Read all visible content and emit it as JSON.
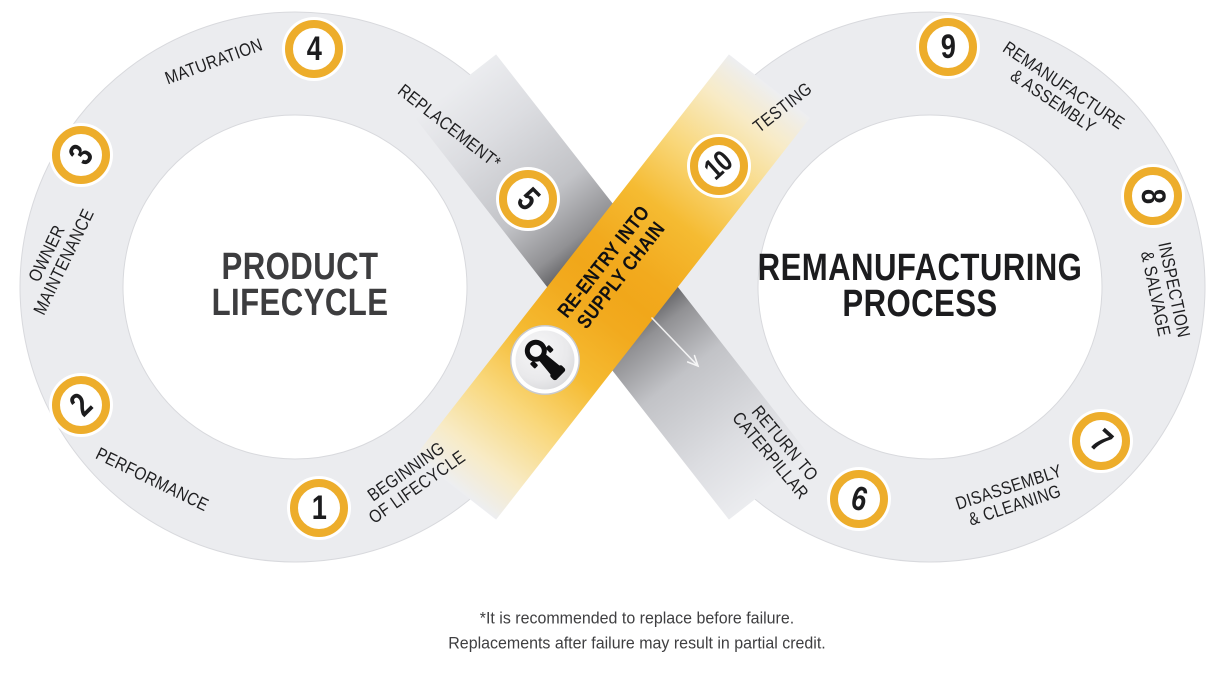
{
  "diagram": {
    "left_loop": {
      "title_line1": "PRODUCT",
      "title_line2": "LIFECYCLE"
    },
    "right_loop": {
      "title_line1": "REMANUFACTURING",
      "title_line2": "PROCESS"
    },
    "center_band": {
      "label_line1": "RE-ENTRY INTO",
      "label_line2": "SUPPLY CHAIN",
      "icon": "connecting-rod-icon"
    },
    "steps": [
      {
        "number": "1",
        "line1": "BEGINNING",
        "line2": "OF LIFECYCLE"
      },
      {
        "number": "2",
        "line1": "PERFORMANCE",
        "line2": ""
      },
      {
        "number": "3",
        "line1": "OWNER",
        "line2": "MAINTENANCE"
      },
      {
        "number": "4",
        "line1": "MATURATION",
        "line2": ""
      },
      {
        "number": "5",
        "line1": "REPLACEMENT*",
        "line2": ""
      },
      {
        "number": "6",
        "line1": "RETURN TO",
        "line2": "CATERPILLAR"
      },
      {
        "number": "7",
        "line1": "DISASSEMBLY",
        "line2": "& CLEANING"
      },
      {
        "number": "8",
        "line1": "INSPECTION",
        "line2": "& SALVAGE"
      },
      {
        "number": "9",
        "line1": "REMANUFACTURE",
        "line2": "& ASSEMBLY"
      },
      {
        "number": "10",
        "line1": "TESTING",
        "line2": ""
      }
    ],
    "footnote": {
      "line1": "*It is recommended to replace before failure.",
      "line2": "Replacements after failure may result in partial credit."
    },
    "colors": {
      "track_gray": "#EBECEF",
      "track_edge": "#D8D9DD",
      "band_dark": "#262628",
      "cat_yellow": "#F1A71A",
      "badge_gold": "#EDAD2B",
      "title_left": "#3D3D3F",
      "title_right": "#1C1C1E"
    }
  }
}
